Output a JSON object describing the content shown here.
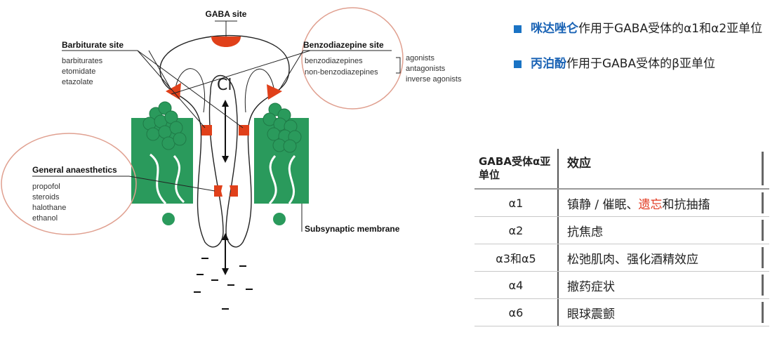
{
  "diagram": {
    "gaba_site": "GABA site",
    "barbiturate_site": {
      "title": "Barbiturate site",
      "items": [
        "barbiturates",
        "etomidate",
        "etazolate"
      ]
    },
    "benzodiazepine_site": {
      "title": "Benzodiazepine site",
      "items": [
        "benzodiazepines",
        "non-benzodiazepines"
      ]
    },
    "ligand_types": [
      "agonists",
      "antagonists",
      "inverse agonists"
    ],
    "chloride_label": "Cl",
    "general_anaesthetics": {
      "title": "General anaesthetics",
      "items": [
        "propofol",
        "steroids",
        "halothane",
        "ethanol"
      ]
    },
    "membrane_label": "Subsynaptic membrane",
    "colors": {
      "receptor": "#2a9a5c",
      "site": "#e0401a",
      "circle": "#e0a090"
    }
  },
  "notes": [
    {
      "highlight": "咪达唑仑",
      "text": "作用于GABA受体的α1和α2亚单位"
    },
    {
      "highlight": "丙泊酚",
      "text": "作用于GABA受体的β亚单位"
    }
  ],
  "table": {
    "col1_header": "GABA受体α亚单位",
    "col2_header": "效应",
    "rows": [
      {
        "subunit": "α1",
        "effect_pre": "镇静 / 催眠、",
        "effect_red": "遗忘",
        "effect_post": "和抗抽搐"
      },
      {
        "subunit": "α2",
        "effect_pre": "抗焦虑",
        "effect_red": "",
        "effect_post": ""
      },
      {
        "subunit": "α3和α5",
        "effect_pre": "松弛肌肉、强化酒精效应",
        "effect_red": "",
        "effect_post": ""
      },
      {
        "subunit": "α4",
        "effect_pre": "撤药症状",
        "effect_red": "",
        "effect_post": ""
      },
      {
        "subunit": "α6",
        "effect_pre": "眼球震颤",
        "effect_red": "",
        "effect_post": ""
      }
    ]
  }
}
